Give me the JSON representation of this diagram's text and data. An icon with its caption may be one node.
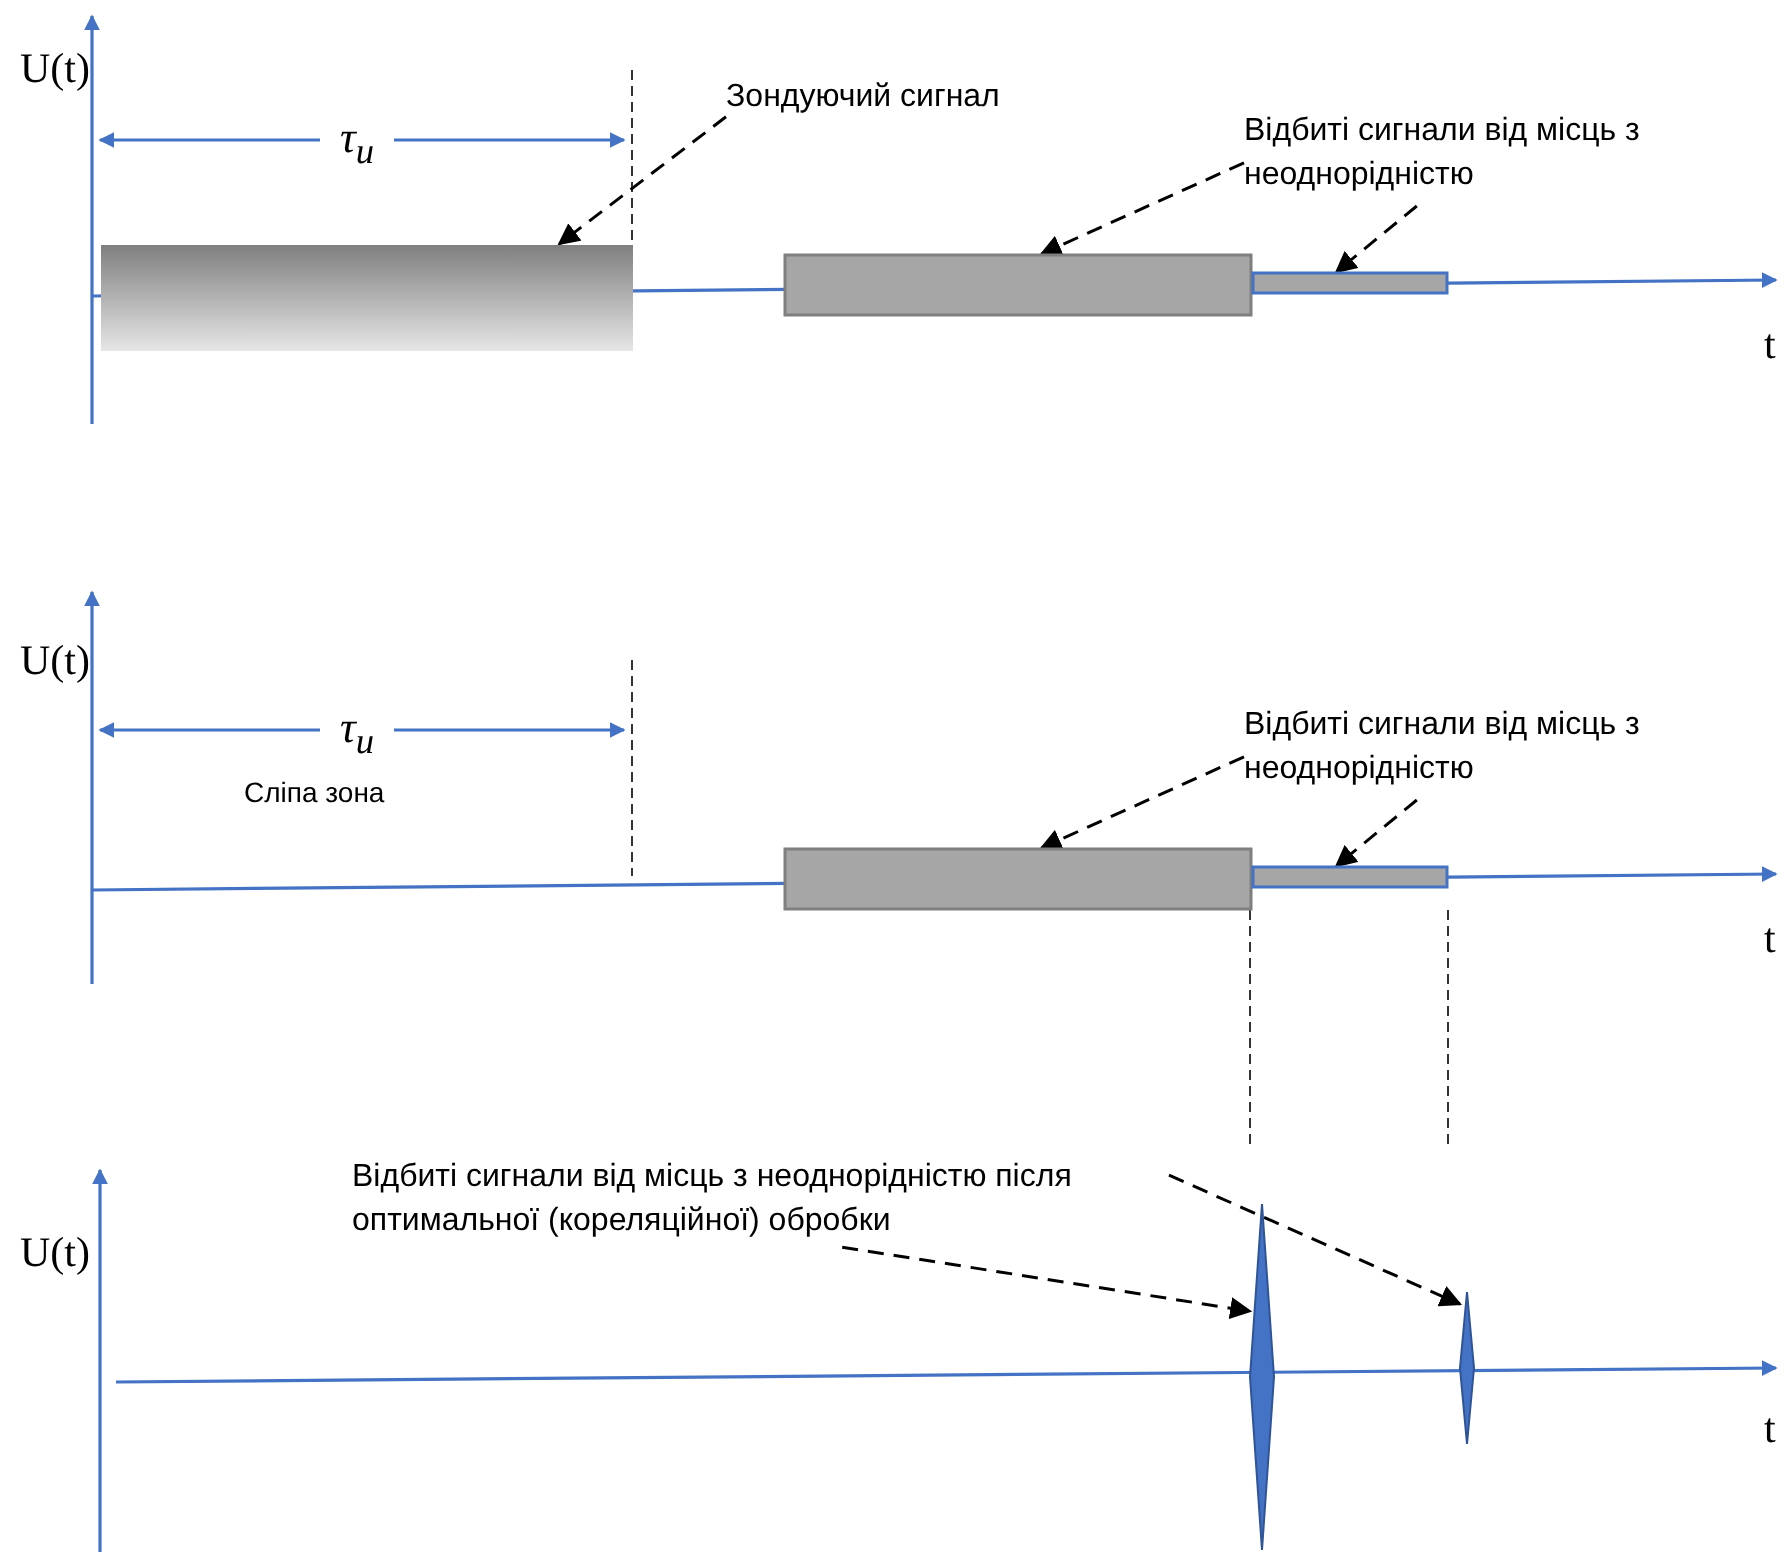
{
  "diagram": {
    "nodes": [
      {
        "text": [
          "Зондуючий сигнал"
        ]
      },
      {
        "text": [],
        "shape": "box"
      },
      {
        "text": [
          "Відбиті сигнали від місць з неоднорідністю"
        ]
      },
      {
        "text": [],
        "shape": "box"
      },
      {
        "text": [],
        "shape": "box"
      },
      {
        "text": [
          "Відбиті сигнали від місць з неоднорідністю"
        ]
      },
      {
        "text": [],
        "shape": "box"
      },
      {
        "text": [],
        "shape": "box"
      },
      {
        "text": [
          "Відбиті сигнали від місць з неоднорідністю після оптимальної (кореляційної) обробки"
        ]
      },
      {
        "text": [],
        "shape": "diamond"
      },
      {
        "text": [],
        "shape": "diamond"
      }
    ],
    "edges": [
      {
        "from": 0,
        "to": 1,
        "arrow": "to",
        "style": "dashed"
      },
      {
        "from": 2,
        "to": 3,
        "arrow": "to",
        "style": "dashed"
      },
      {
        "from": 2,
        "to": 4,
        "arrow": "to",
        "style": "dashed"
      },
      {
        "from": 5,
        "to": 6,
        "arrow": "to",
        "style": "dashed"
      },
      {
        "from": 5,
        "to": 7,
        "arrow": "to",
        "style": "dashed"
      },
      {
        "from": 8,
        "to": 9,
        "arrow": "to",
        "style": "dashed"
      },
      {
        "from": 8,
        "to": 10,
        "arrow": "to",
        "style": "dashed"
      }
    ],
    "labels": [
      "U(t)",
      "τ$_{u}$",
      "t",
      "U(t)",
      "τ$_{u}$",
      "Сліпа зона",
      "t",
      "U(t)",
      "t"
    ]
  }
}
